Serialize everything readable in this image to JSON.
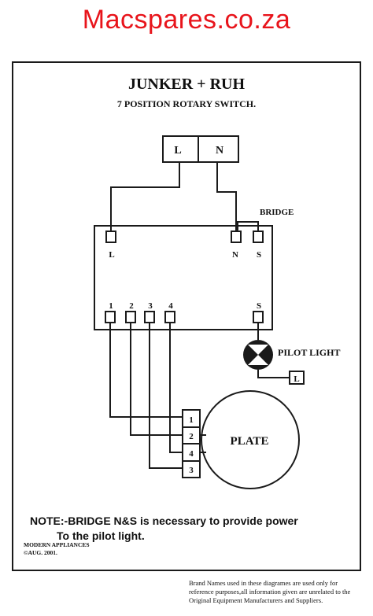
{
  "watermark": "Macspares.co.za",
  "header": {
    "title": "JUNKER + RUH",
    "subtitle": "7 POSITION ROTARY SWITCH."
  },
  "supply": {
    "live": "L",
    "neutral": "N"
  },
  "switch_labels": {
    "top_left": "L",
    "top_n": "N",
    "top_s": "S",
    "bridge": "BRIDGE",
    "pos1": "1",
    "pos2": "2",
    "pos3": "3",
    "pos4": "4",
    "bottom_s": "S"
  },
  "pilot": {
    "label": "PILOT LIGHT",
    "terminal": "L"
  },
  "plate": {
    "label": "PLATE",
    "terminals": [
      "1",
      "2",
      "4",
      "3"
    ]
  },
  "note": {
    "line1": "NOTE:-BRIDGE N&S is necessary to provide power",
    "line2": "To the pilot light."
  },
  "credit": {
    "line1": "MODERN APPLIANCES",
    "line2": "©AUG. 2001."
  },
  "disclaimer": "Brand Names used in these diagrames are used only for reference purposes,all information given are unrelated to the Original Equipment Manufacturers and Suppliers."
}
